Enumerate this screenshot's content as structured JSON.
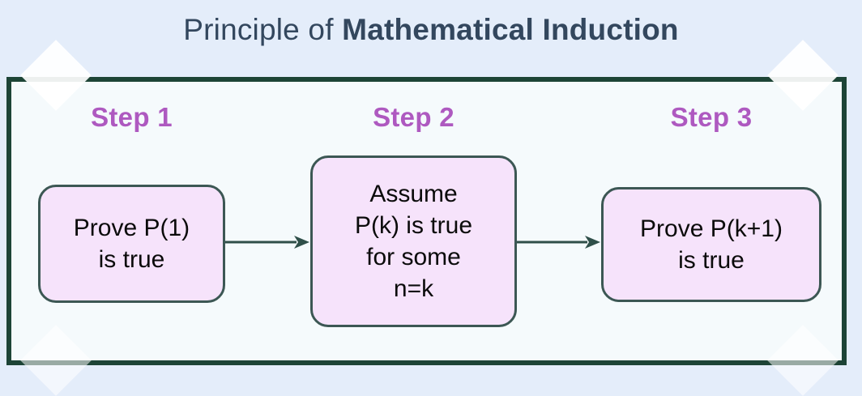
{
  "title": {
    "light": "Principle of ",
    "bold": "Mathematical Induction"
  },
  "colors": {
    "page_background": "#e4edfa",
    "panel_background": "#f5fafc",
    "frame_border": "#1d4436",
    "title_text": "#33475e",
    "step_label": "#ae59c0",
    "box_fill": "#f6e3fb",
    "box_border": "#3c5754",
    "box_text": "#0b0b0b",
    "arrow": "#2f4f49"
  },
  "flow": {
    "steps": [
      {
        "label": "Step 1",
        "box_text": "Prove P(1)\nis true",
        "lines": [
          "Prove P(1)",
          "is true"
        ]
      },
      {
        "label": "Step 2",
        "box_text": "Assume\nP(k) is true\nfor some\nn=k",
        "lines": [
          "Assume",
          "P(k) is true",
          "for some",
          "n=k"
        ]
      },
      {
        "label": "Step 3",
        "box_text": "Prove P(k+1)\nis true",
        "lines": [
          "Prove P(k+1)",
          "is true"
        ]
      }
    ],
    "connectors": [
      {
        "from": "Step 1",
        "to": "Step 2",
        "icon": "arrow-right-icon"
      },
      {
        "from": "Step 2",
        "to": "Step 3",
        "icon": "arrow-right-icon"
      }
    ]
  },
  "decorations": {
    "corner_icon": "diamond-icon",
    "corner_count": 4
  }
}
